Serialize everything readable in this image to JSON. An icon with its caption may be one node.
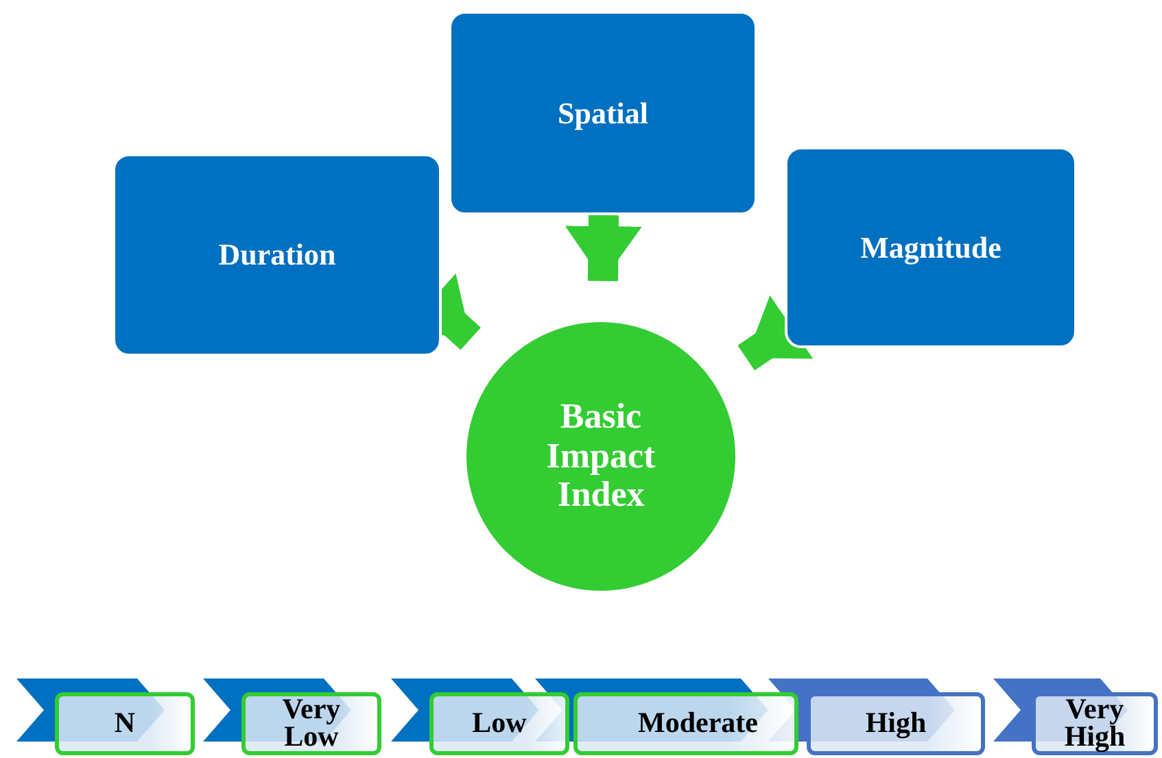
{
  "diagram": {
    "nodes": [
      {
        "text": [
          "Duration"
        ]
      },
      {
        "text": [
          "Spatial"
        ]
      },
      {
        "text": [
          "Magnitude"
        ]
      },
      {
        "text": [
          "Basic Impact Index"
        ]
      },
      {
        "text": [
          "N"
        ]
      },
      {
        "text": [
          "Very Low"
        ]
      },
      {
        "text": [
          "Low"
        ]
      },
      {
        "text": [
          "Moderate"
        ]
      },
      {
        "text": [
          "High"
        ]
      },
      {
        "text": [
          "Very High"
        ]
      }
    ],
    "edges": [
      {
        "from": 0,
        "to": 3,
        "arrow": "to"
      },
      {
        "from": 1,
        "to": 3,
        "arrow": "to"
      },
      {
        "from": 2,
        "to": 3,
        "arrow": "to"
      }
    ]
  }
}
